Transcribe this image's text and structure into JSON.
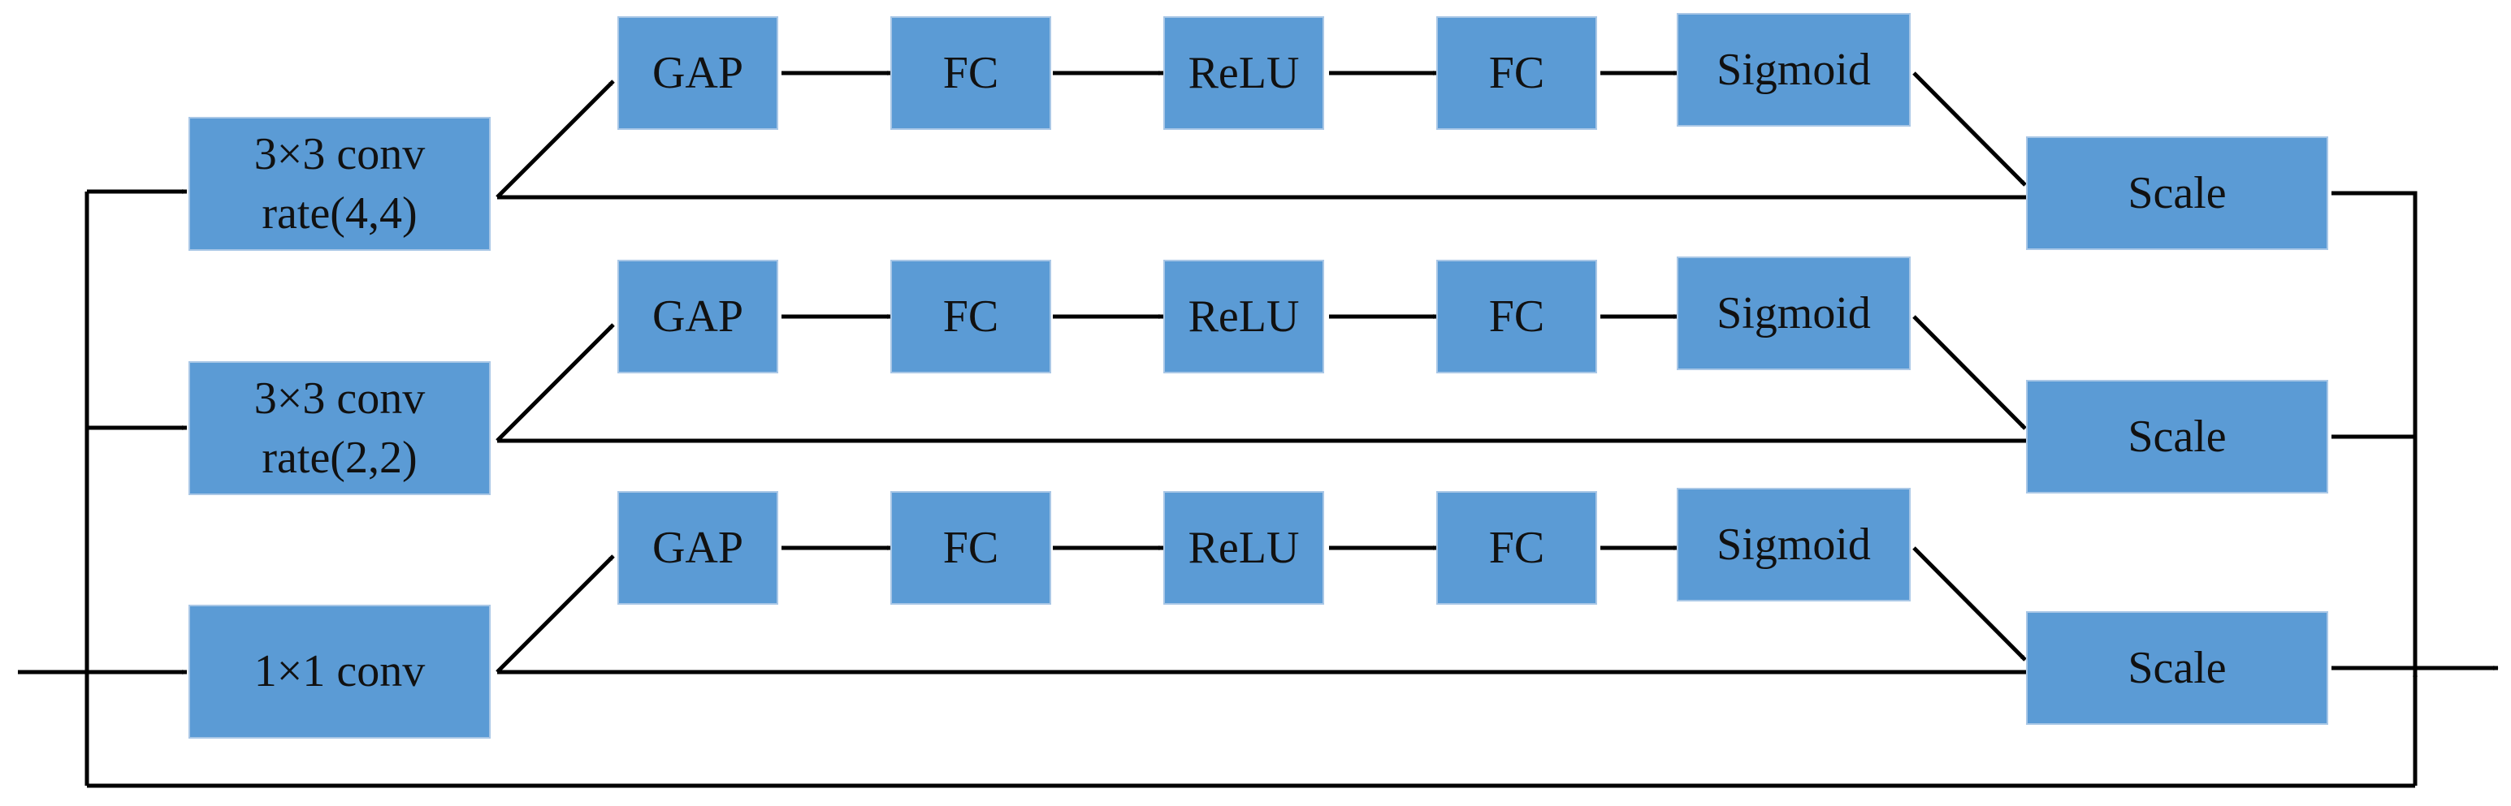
{
  "branches": [
    {
      "conv": [
        "3×3 conv",
        "rate(4,4)"
      ],
      "blocks": [
        "GAP",
        "FC",
        "ReLU",
        "FC",
        "Sigmoid"
      ],
      "scale": "Scale"
    },
    {
      "conv": [
        "3×3 conv",
        "rate(2,2)"
      ],
      "blocks": [
        "GAP",
        "FC",
        "ReLU",
        "FC",
        "Sigmoid"
      ],
      "scale": "Scale"
    },
    {
      "conv": [
        "1×1 conv"
      ],
      "blocks": [
        "GAP",
        "FC",
        "ReLU",
        "FC",
        "Sigmoid"
      ],
      "scale": "Scale"
    }
  ],
  "colors": {
    "box_fill": "#5B9BD5",
    "line": "#000000"
  }
}
